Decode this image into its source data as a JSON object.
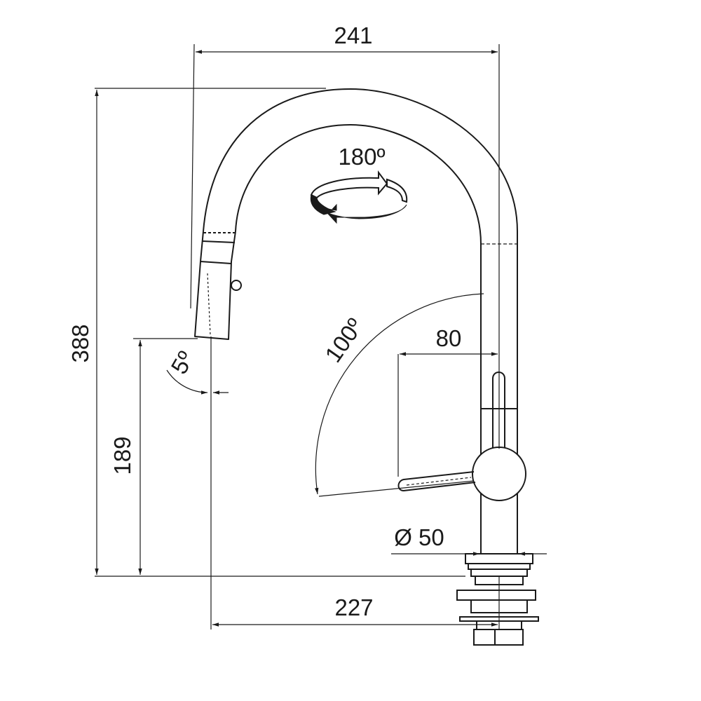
{
  "dimensions": {
    "spout_reach": "241",
    "total_height": "388",
    "spout_height": "189",
    "base_to_outlet": "227",
    "lever_length": "80",
    "base_diameter": "Ø 50",
    "spout_rotation": "180º",
    "lever_rotation": "100º",
    "outlet_angle": "5º"
  }
}
